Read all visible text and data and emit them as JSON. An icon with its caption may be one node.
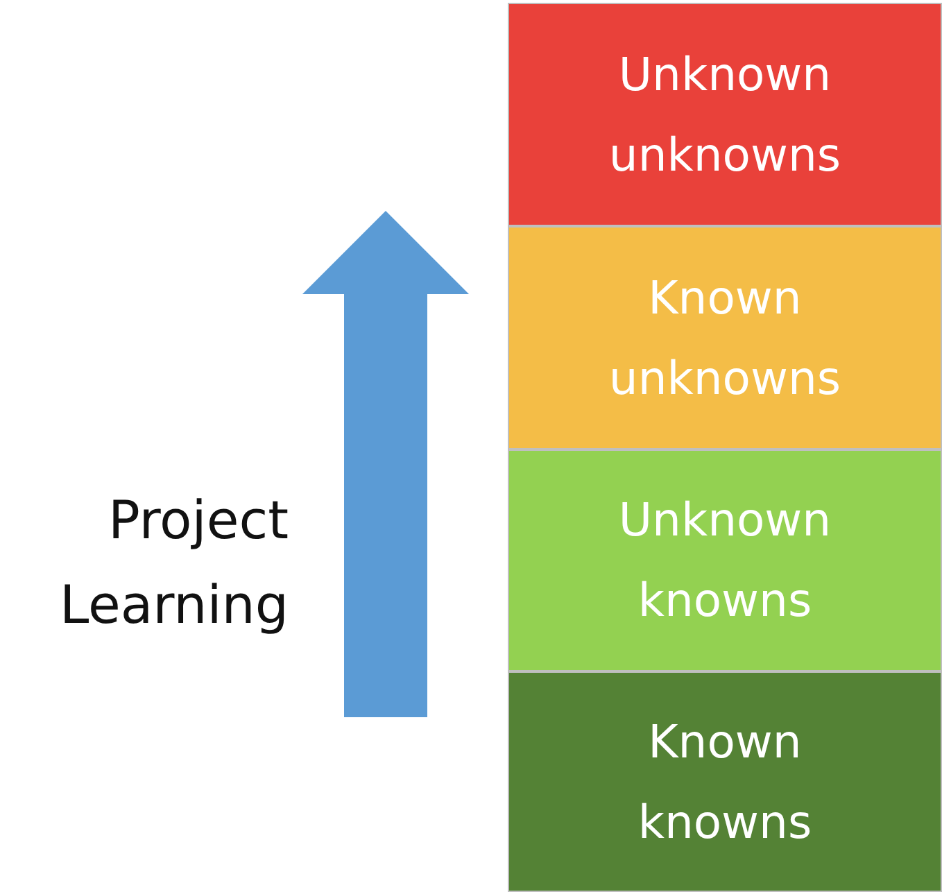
{
  "diagram": {
    "nodes": [
      {
        "text": [
          "Unknown unknowns"
        ]
      },
      {
        "text": [
          "Known unknowns"
        ]
      },
      {
        "text": [
          "Unknown knowns"
        ]
      },
      {
        "text": [
          "Known knowns"
        ]
      }
    ],
    "labels": [
      "Project Learning"
    ]
  }
}
